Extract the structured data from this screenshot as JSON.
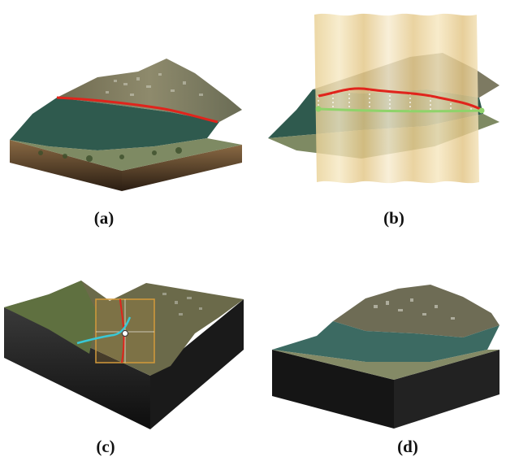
{
  "figure": {
    "panels": [
      {
        "label": "(a)",
        "subject": "terrain-block-with-red-riverbank-line"
      },
      {
        "label": "(b)",
        "subject": "terrain-with-curtain-surface-and-profile-lines"
      },
      {
        "label": "(c)",
        "subject": "terrain-block-with-selection-box-and-cyan-path"
      },
      {
        "label": "(d)",
        "subject": "terrain-block-river-view"
      }
    ]
  },
  "colors": {
    "river": "#2f5a4e",
    "soil_light": "#8a6a44",
    "soil_dark": "#2a1d12",
    "block_dark": "#141414",
    "red_line": "#e0241c",
    "green_line": "#8fd36a",
    "curtain": "#e8cf92",
    "selection_box": "#d39a3a",
    "cyan_path": "#39c8d6"
  }
}
